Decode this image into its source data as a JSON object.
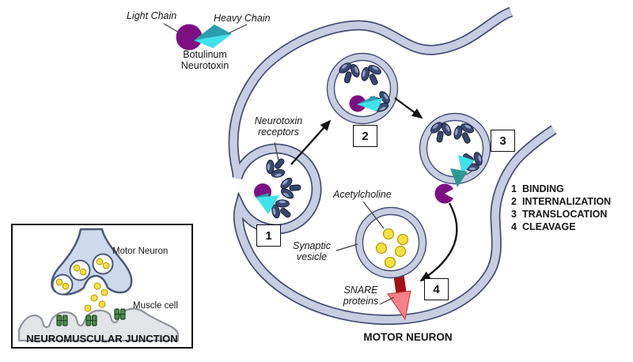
{
  "diagram": {
    "toxin": {
      "light_chain": "Light Chain",
      "heavy_chain": "Heavy Chain",
      "name": "Botulinum Neurotoxin"
    },
    "labels": {
      "neurotoxin_receptors": "Neurotoxin receptors",
      "acetylcholine": "Acetylcholine",
      "synaptic_vesicle": "Synaptic vesicle",
      "snare_proteins": "SNARE proteins",
      "motor_neuron": "MOTOR NEURON"
    },
    "steps": [
      {
        "number": "1",
        "name": "BINDING"
      },
      {
        "number": "2",
        "name": "INTERNALIZATION"
      },
      {
        "number": "3",
        "name": "TRANSLOCATION"
      },
      {
        "number": "4",
        "name": "CLEAVAGE"
      }
    ],
    "inset": {
      "title": "NEUROMUSCULAR JUNCTION",
      "motor_neuron": "Motor Neuron",
      "muscle_cell": "Muscle cell"
    },
    "colors": {
      "light_chain_purple": "#7d0f82",
      "heavy_chain_cyan": "#40e2ea",
      "heavy_chain_teal": "#2a9fae",
      "membrane_fill": "#c9cde2",
      "membrane_edge": "#454e74",
      "receptor_blue": "#3b4a72",
      "acetylcholine_yellow": "#f7e13d",
      "snare_red_dark": "#a31015",
      "snare_red_light": "#f58089",
      "muscle_receptor_green": "#4f8b4f"
    }
  }
}
